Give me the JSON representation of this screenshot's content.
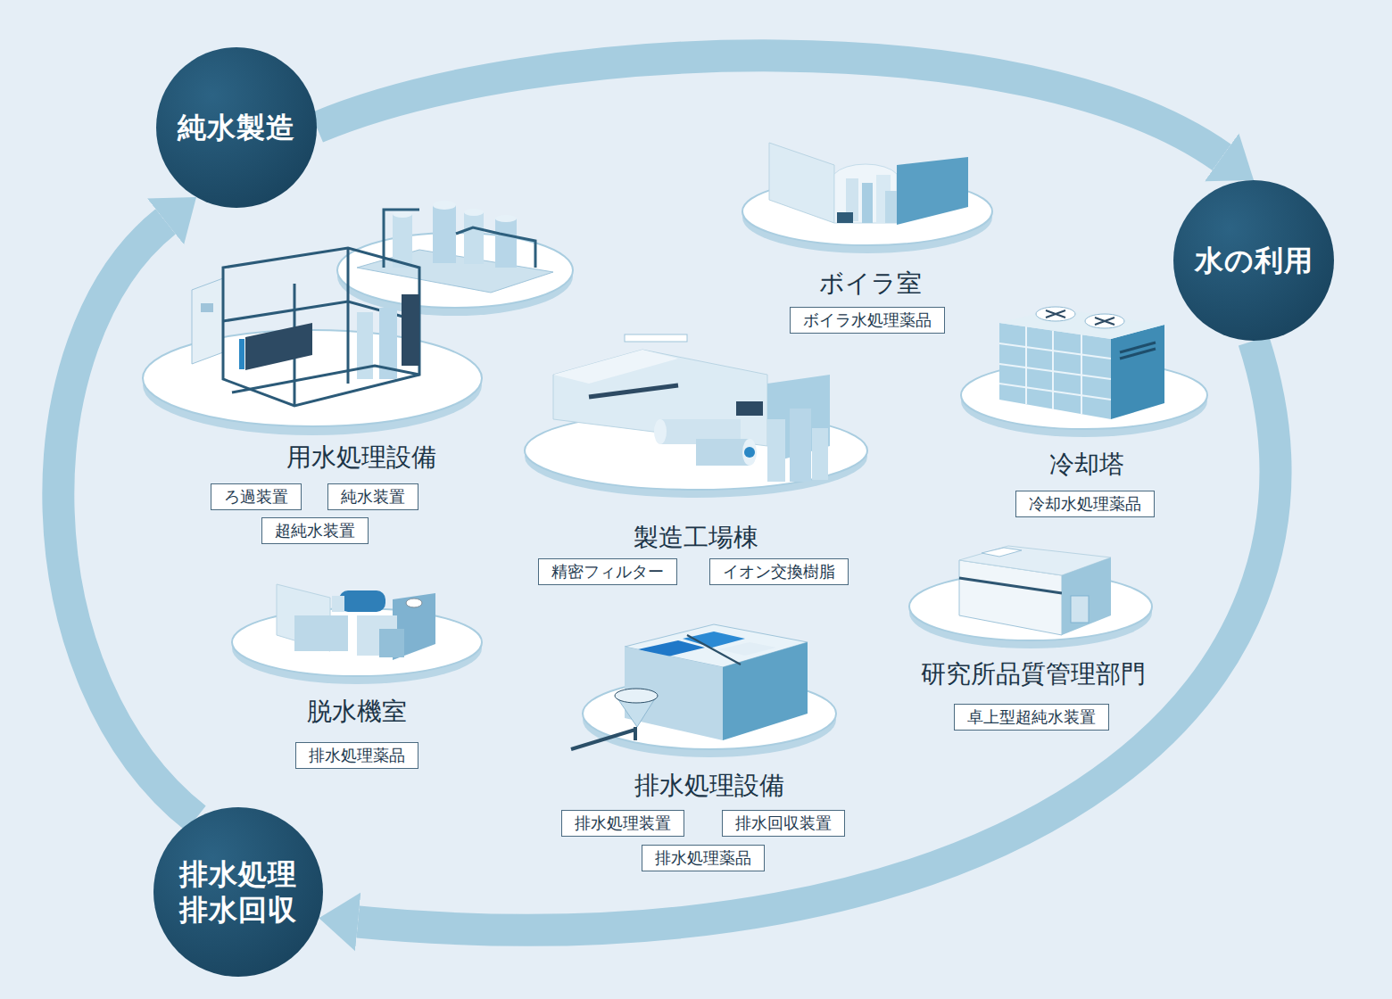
{
  "diagram": {
    "nodes": [
      {
        "text": [
          "純水製造"
        ]
      },
      {
        "text": [
          "ボイラ室"
        ]
      },
      {
        "text": [
          "ボイラ水処理薬品"
        ]
      },
      {
        "text": [
          "水の利用"
        ]
      },
      {
        "text": [
          "用水処理設備"
        ]
      },
      {
        "text": [
          "ろ過装置"
        ]
      },
      {
        "text": [
          "純水装置"
        ]
      },
      {
        "text": [
          "超純水装置"
        ]
      },
      {
        "text": [
          "冷却塔"
        ]
      },
      {
        "text": [
          "冷却水処理薬品"
        ]
      },
      {
        "text": [
          "製造工場棟"
        ]
      },
      {
        "text": [
          "精密フィルター"
        ]
      },
      {
        "text": [
          "イオン交換樹脂"
        ]
      },
      {
        "text": [
          "研究所品質管理部門"
        ]
      },
      {
        "text": [
          "卓上型超純水装置"
        ]
      },
      {
        "text": [
          "脱水機室"
        ]
      },
      {
        "text": [
          "排水処理薬品"
        ]
      },
      {
        "text": [
          "排水処理設備"
        ]
      },
      {
        "text": [
          "排水処理装置"
        ]
      },
      {
        "text": [
          "排水回収装置"
        ]
      },
      {
        "text": [
          "排水処理薬品"
        ]
      },
      {
        "text": [
          "排水処理 排水回収"
        ]
      }
    ],
    "edges": [
      {
        "from": 0,
        "to": 3,
        "arrow": "to"
      },
      {
        "from": 3,
        "to": 21,
        "arrow": "to"
      },
      {
        "from": 21,
        "to": 0,
        "arrow": "to"
      }
    ]
  }
}
